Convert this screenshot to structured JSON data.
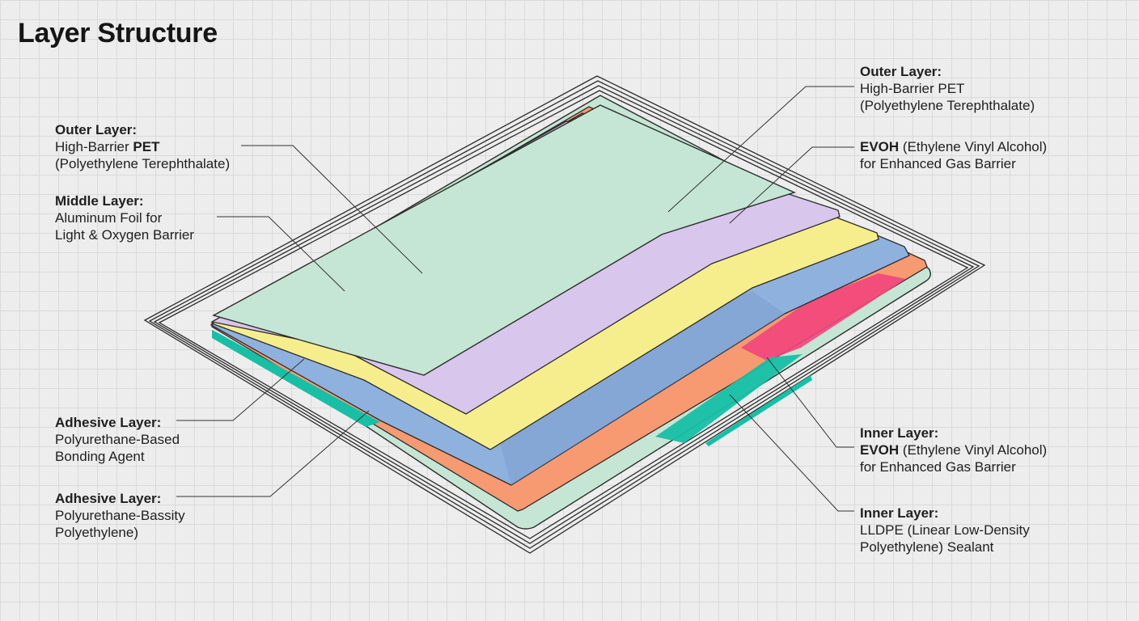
{
  "title": "Layer Structure",
  "labels": {
    "left_outer": {
      "heading": "Outer Layer:",
      "line1_prefix": "High-Barrier ",
      "line1_bold": "PET",
      "line2": "(Polyethylene Terephthalate)"
    },
    "left_middle": {
      "heading": "Middle Layer:",
      "line1": "Aluminum Foil for",
      "line2": "Light & Oxygen Barrier"
    },
    "left_adhesive_1": {
      "heading": "Adhesive Layer:",
      "line1": "Polyurethane-Based",
      "line2": "Bonding Agent"
    },
    "left_adhesive_2": {
      "heading": "Adhesive Layer:",
      "line1": "Polyurethane-Bassity",
      "line2": "Polyethylene)"
    },
    "right_outer": {
      "heading": "Outer Layer:",
      "line1": "High-Barrier PET",
      "line2": "(Polyethylene Terephthalate)"
    },
    "right_evoh": {
      "line1_bold": "EVOH",
      "line1_rest": " (Ethylene Vinyl Alcohol)",
      "line2": "for Enhanced Gas Barrier"
    },
    "right_inner_1": {
      "heading": "Inner Layer:",
      "line1_bold": "EVOH",
      "line1_rest": " (Ethylene Vinyl Alcohol)",
      "line2": "for Enhanced Gas Barrier"
    },
    "right_inner_2": {
      "heading": "Inner Layer:",
      "line1": "LLDPE (Linear Low-Density",
      "line2": "Polyethylene) Sealant"
    }
  },
  "colors": {
    "pet_green": "#c5e6d4",
    "evoh_purple": "#d8c6ec",
    "foil_yellow": "#f6ee8c",
    "blue_layer": "#8fb1de",
    "orange_layer": "#f79a72",
    "pink_accent": "#f2457d",
    "teal_accent": "#17bfa6",
    "outline": "#2b2b2b"
  }
}
